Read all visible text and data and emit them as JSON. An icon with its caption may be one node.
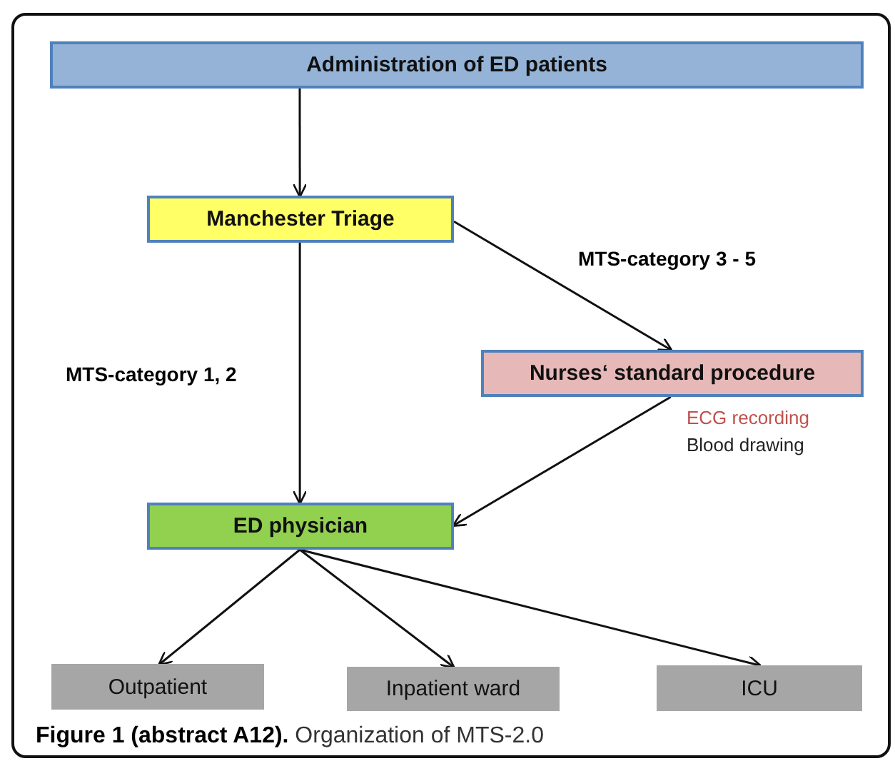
{
  "diagram": {
    "caption": "**Figure 1 (abstract A12).** Organization of MTS-2.0",
    "nodes": [
      {
        "text": [
          "Administration of ED patients"
        ]
      },
      {
        "text": [
          "Manchester Triage"
        ]
      },
      {
        "text": [
          "Nurses‘ standard procedure"
        ],
        "beside": [
          "ECG recording",
          "Blood drawing"
        ]
      },
      {
        "text": [
          "ED physician"
        ]
      },
      {
        "text": [
          "Outpatient"
        ]
      },
      {
        "text": [
          "Inpatient ward"
        ]
      },
      {
        "text": [
          "ICU"
        ]
      }
    ],
    "edges": [
      {
        "from": 0,
        "to": 1,
        "arrow": "to"
      },
      {
        "from": 1,
        "to": 2,
        "arrow": "to",
        "label": "MTS-category 3 - 5"
      },
      {
        "from": 1,
        "to": 3,
        "arrow": "to",
        "label": "MTS-category 1, 2"
      },
      {
        "from": 2,
        "to": 3,
        "arrow": "to"
      },
      {
        "from": 3,
        "to": 4,
        "arrow": "to"
      },
      {
        "from": 3,
        "to": 5,
        "arrow": "to"
      },
      {
        "from": 3,
        "to": 6,
        "arrow": "to"
      }
    ]
  }
}
